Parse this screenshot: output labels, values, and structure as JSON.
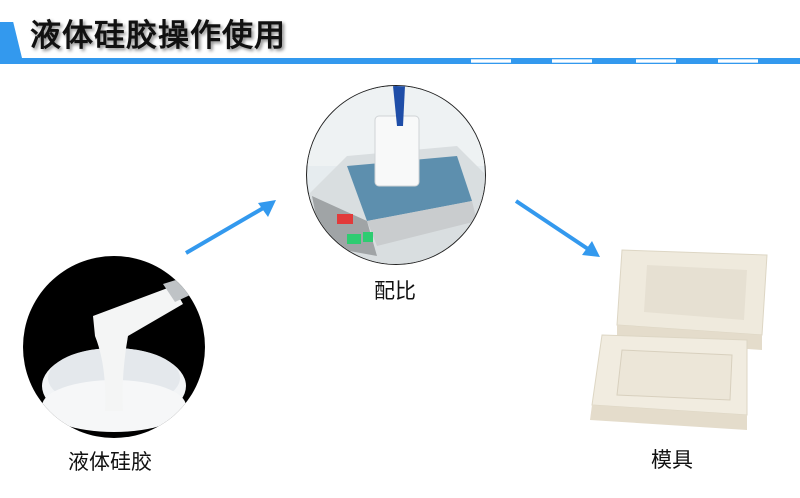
{
  "header": {
    "title": "液体硅胶操作使用",
    "accent_color": "#3399ee"
  },
  "steps": [
    {
      "label": "液体硅胶",
      "image": "liquid-silicone-pour-photo"
    },
    {
      "label": "配比",
      "image": "weighing-scale-mixing-photo"
    },
    {
      "label": "模具",
      "image": "silicone-mold-photo"
    }
  ],
  "arrows": [
    {
      "from": "液体硅胶",
      "to": "配比",
      "color": "#3399ee"
    },
    {
      "from": "配比",
      "to": "模具",
      "color": "#3399ee"
    }
  ]
}
